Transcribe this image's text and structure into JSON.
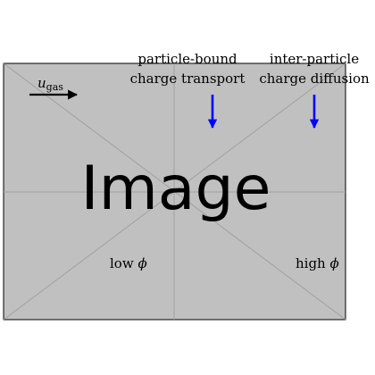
{
  "placeholder": {
    "text": "Image"
  },
  "labels": {
    "u_gas_symbol": "u",
    "u_gas_subscript": "gas",
    "particle_bound_line1": "particle-bound",
    "particle_bound_line2": "charge transport",
    "inter_particle_line1": "inter-particle",
    "inter_particle_line2": "charge diffusion",
    "low_phi_text": "low",
    "high_phi_text": "high",
    "phi_symbol": "ϕ"
  },
  "colors": {
    "placeholder_bg": "#c0c0c0",
    "placeholder_lines": "#a0a0a0",
    "arrow_blue": "#0000ff",
    "arrow_black": "#000000"
  }
}
